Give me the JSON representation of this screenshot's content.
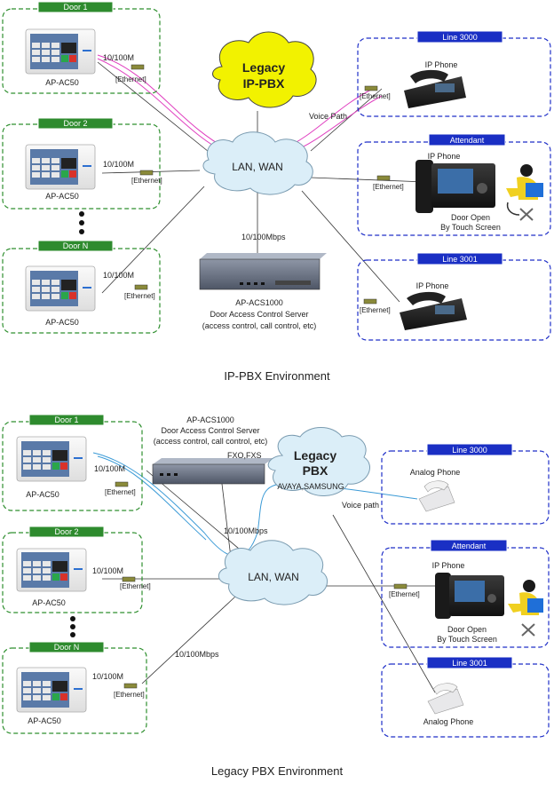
{
  "ip_pbx": {
    "doors": [
      {
        "header": "Door 1",
        "device": "AP-AC50",
        "speed": "10/100M",
        "ethernet": "[Ethernet]"
      },
      {
        "header": "Door 2",
        "device": "AP-AC50",
        "speed": "10/100M",
        "ethernet": "[Ethernet]"
      },
      {
        "header": "Door N",
        "device": "AP-AC50",
        "speed": "10/100M",
        "ethernet": "[Ethernet]"
      }
    ],
    "legacy_line1": "Legacy",
    "legacy_line2": "IP-PBX",
    "lan": "LAN, WAN",
    "voice_path": "Voice Path",
    "server_speed": "10/100Mbps",
    "server_name": "AP-ACS1000",
    "server_desc1": "Door Access Control Server",
    "server_desc2": "(access control,  call control, etc)",
    "line3000": {
      "header": "Line 3000",
      "phone": "IP Phone",
      "ethernet": "[Ethernet]"
    },
    "attendant": {
      "header": "Attendant",
      "phone": "IP Phone",
      "ethernet": "[Ethernet]",
      "door_open1": "Door Open",
      "door_open2": "By Touch Screen"
    },
    "line3001": {
      "header": "Line 3001",
      "phone": "IP Phone",
      "ethernet": "[Ethernet]"
    },
    "caption": "IP-PBX Environment"
  },
  "legacy": {
    "doors": [
      {
        "header": "Door 1",
        "device": "AP-AC50",
        "speed": "10/100M",
        "ethernet": "[Ethernet]"
      },
      {
        "header": "Door 2",
        "device": "AP-AC50",
        "speed": "10/100M",
        "ethernet": "[Ethernet]"
      },
      {
        "header": "Door N",
        "device": "AP-AC50",
        "speed": "10/100M",
        "ethernet": "[Ethernet]"
      }
    ],
    "server_name": "AP-ACS1000",
    "server_desc1": "Door Access Control Server",
    "server_desc2": "(access control,  call control, etc)",
    "fxo": "FXO,FXS",
    "pbx_line1": "Legacy",
    "pbx_line2": "PBX",
    "pbx_line3": "AVAYA,SAMSUNG",
    "voice_path": "Voice path",
    "server_speed": "10/100Mbps",
    "lan": "LAN, WAN",
    "doorn_speed": "10/100Mbps",
    "line3000": {
      "header": "Line 3000",
      "phone": "Analog Phone"
    },
    "attendant": {
      "header": "Attendant",
      "phone": "IP Phone",
      "ethernet": "[Ethernet]",
      "door_open1": "Door Open",
      "door_open2": "By Touch Screen"
    },
    "line3001": {
      "header": "Line 3001",
      "phone": "Analog Phone"
    },
    "caption": "Legacy PBX Environment"
  },
  "colors": {
    "green_border": "#2f8f2f",
    "green_header": "#2e8b2e",
    "blue_border": "#1f2fc8",
    "blue_header": "#1a2fc4",
    "cloud": "#dbeef8",
    "legacy_cloud": "#f2f200",
    "voice_path_ip": "#e040c0",
    "voice_path_legacy": "#3a9ad6"
  }
}
